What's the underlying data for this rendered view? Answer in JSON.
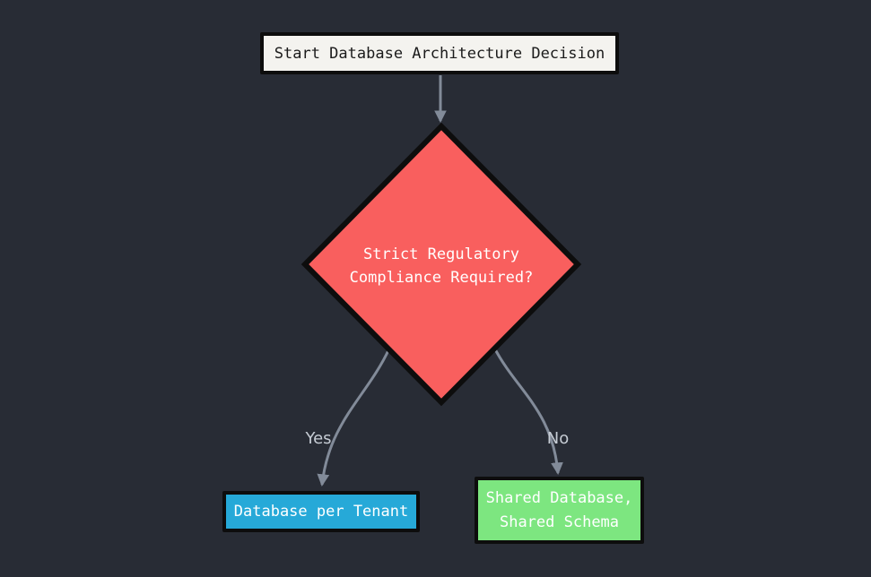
{
  "colors": {
    "bg": "#282c35",
    "border": "#0d0d0d",
    "edge": "#828b99",
    "edge-label": "#c6ccd4",
    "start-fill": "#f4f3ef",
    "start-text": "#1b1b1b",
    "decision-fill": "#f95f5e",
    "decision-text": "#ffffff",
    "tenant-fill": "#26a9d8",
    "tenant-text": "#ffffff",
    "shared-fill": "#7de680",
    "shared-text": "#ffffff"
  },
  "nodes": {
    "start": {
      "label": "Start Database Architecture Decision"
    },
    "decision": {
      "lines": [
        "Strict Regulatory",
        "Compliance Required?"
      ]
    },
    "tenant": {
      "label": "Database per Tenant"
    },
    "shared": {
      "lines": [
        "Shared Database,",
        "Shared Schema"
      ]
    }
  },
  "edges": {
    "yes": {
      "label": "Yes"
    },
    "no": {
      "label": "No"
    }
  }
}
